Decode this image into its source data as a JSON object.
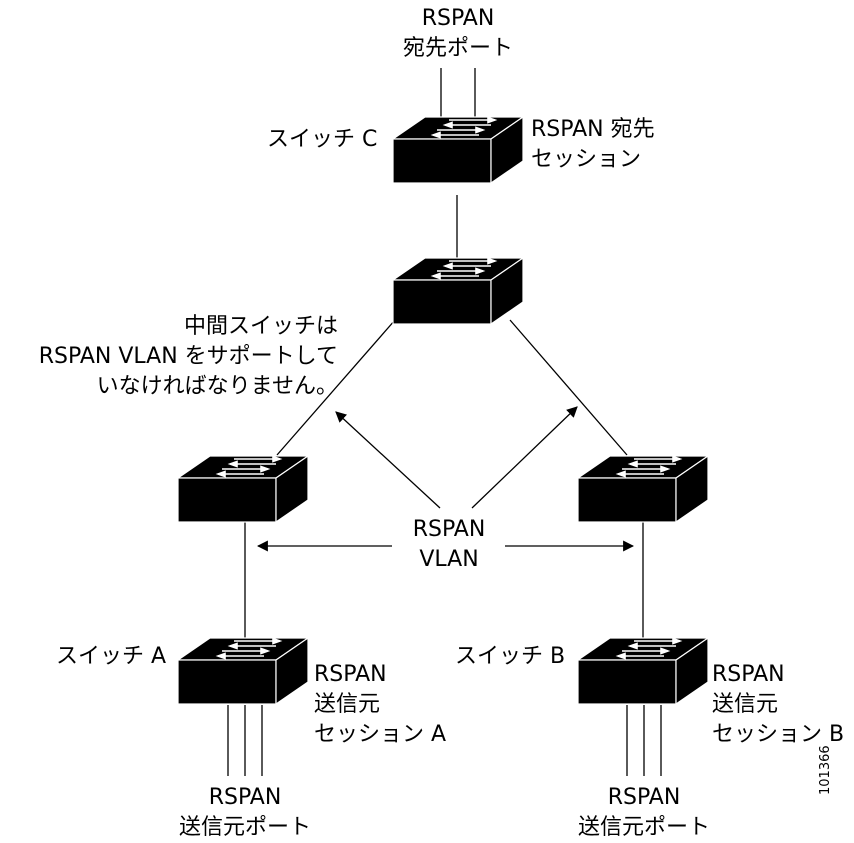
{
  "dest_port": {
    "line1": "RSPAN",
    "line2": "宛先ポート"
  },
  "switch_c": {
    "name": "スイッチ C",
    "session_line1": "RSPAN 宛先",
    "session_line2": "セッション"
  },
  "intermediate_note": {
    "line1": "中間スイッチは",
    "line2": "RSPAN VLAN をサポートして",
    "line3": "いなければなりません。"
  },
  "rspan_vlan": {
    "line1": "RSPAN",
    "line2": "VLAN"
  },
  "switch_a": {
    "name": "スイッチ A",
    "session_line1": "RSPAN",
    "session_line2": "送信元",
    "session_line3": "セッション A",
    "ports_line1": "RSPAN",
    "ports_line2": "送信元ポート"
  },
  "switch_b": {
    "name": "スイッチ B",
    "session_line1": "RSPAN",
    "session_line2": "送信元",
    "session_line3": "セッション B",
    "ports_line1": "RSPAN",
    "ports_line2": "送信元ポート"
  },
  "figure_id": "101366"
}
